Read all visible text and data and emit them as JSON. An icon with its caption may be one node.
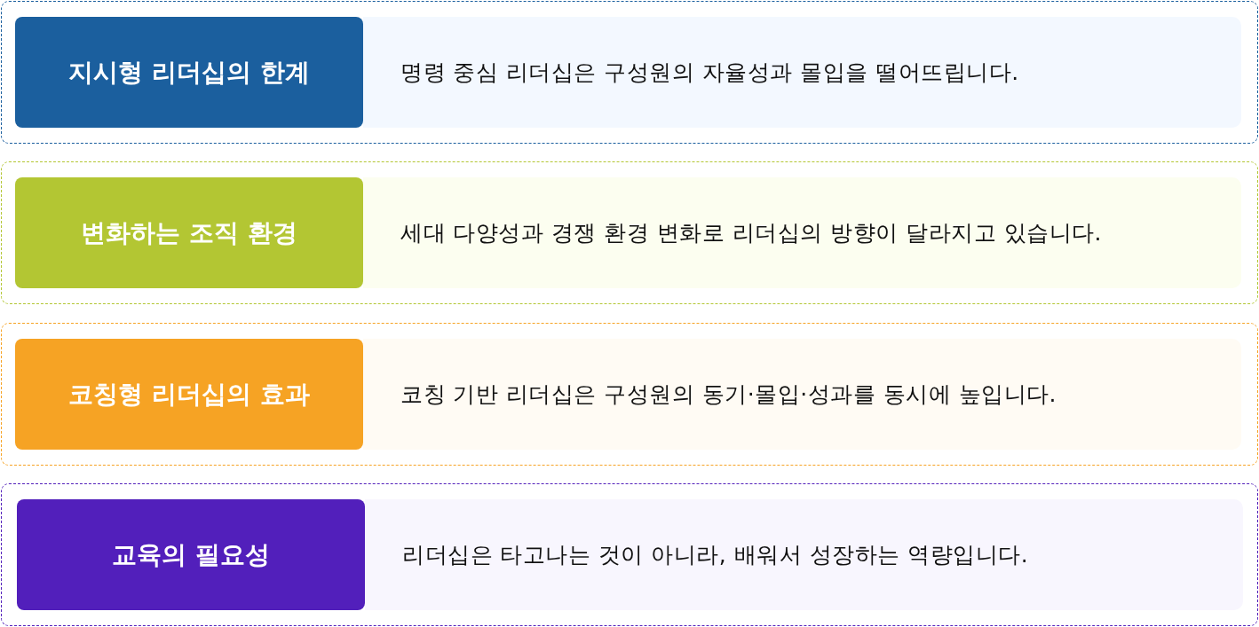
{
  "diagram": {
    "nodes": [
      {
        "text": [],
        "shape": "box"
      },
      {
        "text": [
          "지시형 리더십의 한계"
        ],
        "in": 0
      },
      {
        "text": [
          "명령 중심 리더십은 구성원의 자율성과 몰입을 떨어뜨립니다."
        ],
        "in": 0
      },
      {
        "text": [],
        "shape": "box"
      },
      {
        "text": [
          "변화하는 조직 환경"
        ],
        "in": 3
      },
      {
        "text": [
          "세대 다양성과 경쟁 환경 변화로 리더십의 방향이 달라지고 있습니다."
        ],
        "in": 3
      },
      {
        "text": [],
        "shape": "box"
      },
      {
        "text": [
          "코칭형 리더십의 효과"
        ],
        "in": 6
      },
      {
        "text": [
          "코칭 기반 리더십은 구성원의 동기·몰입·성과를 동시에 높입니다."
        ],
        "in": 6
      },
      {
        "text": [],
        "shape": "box"
      },
      {
        "text": [
          "교육의 필요성"
        ],
        "in": 9
      },
      {
        "text": [
          "리더십은 타고나는 것이 아니라, 배워서 성장하는 역량입니다."
        ],
        "in": 9
      }
    ]
  }
}
